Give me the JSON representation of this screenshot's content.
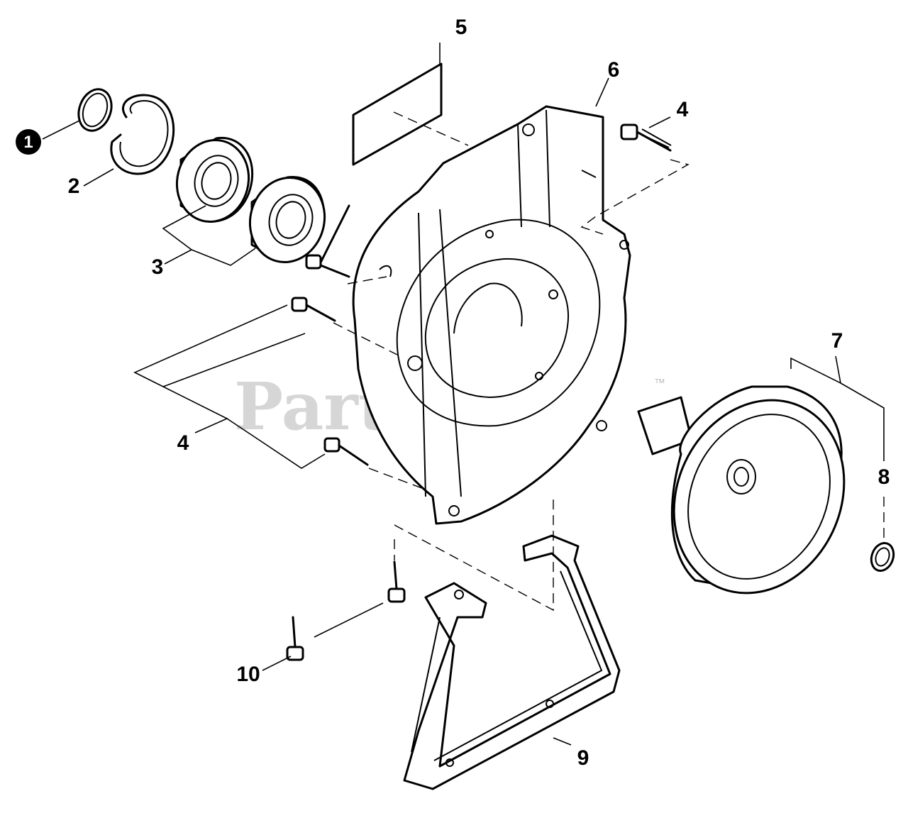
{
  "watermark": {
    "text": "PartsTree",
    "mark": "™"
  },
  "callouts": [
    {
      "id": "1",
      "label": "1",
      "style": "filled-badge"
    },
    {
      "id": "2",
      "label": "2"
    },
    {
      "id": "3",
      "label": "3"
    },
    {
      "id": "4a",
      "label": "4"
    },
    {
      "id": "4b",
      "label": "4"
    },
    {
      "id": "5",
      "label": "5"
    },
    {
      "id": "6",
      "label": "6"
    },
    {
      "id": "7",
      "label": "7"
    },
    {
      "id": "8",
      "label": "8"
    },
    {
      "id": "9",
      "label": "9"
    },
    {
      "id": "10",
      "label": "10"
    }
  ],
  "parts": [
    {
      "ref": "1",
      "name": "snap-ring-small"
    },
    {
      "ref": "2",
      "name": "snap-ring-large"
    },
    {
      "ref": "3",
      "name": "ball-bearing-pair"
    },
    {
      "ref": "4",
      "name": "bolt"
    },
    {
      "ref": "5",
      "name": "label-plate"
    },
    {
      "ref": "6",
      "name": "clutch-case"
    },
    {
      "ref": "7",
      "name": "clutch-drum"
    },
    {
      "ref": "8",
      "name": "retaining-ring"
    },
    {
      "ref": "9",
      "name": "handle-bracket"
    },
    {
      "ref": "10",
      "name": "bolt"
    }
  ],
  "colors": {
    "line": "#000000",
    "background": "#ffffff",
    "watermark": "#cfcfcf"
  }
}
